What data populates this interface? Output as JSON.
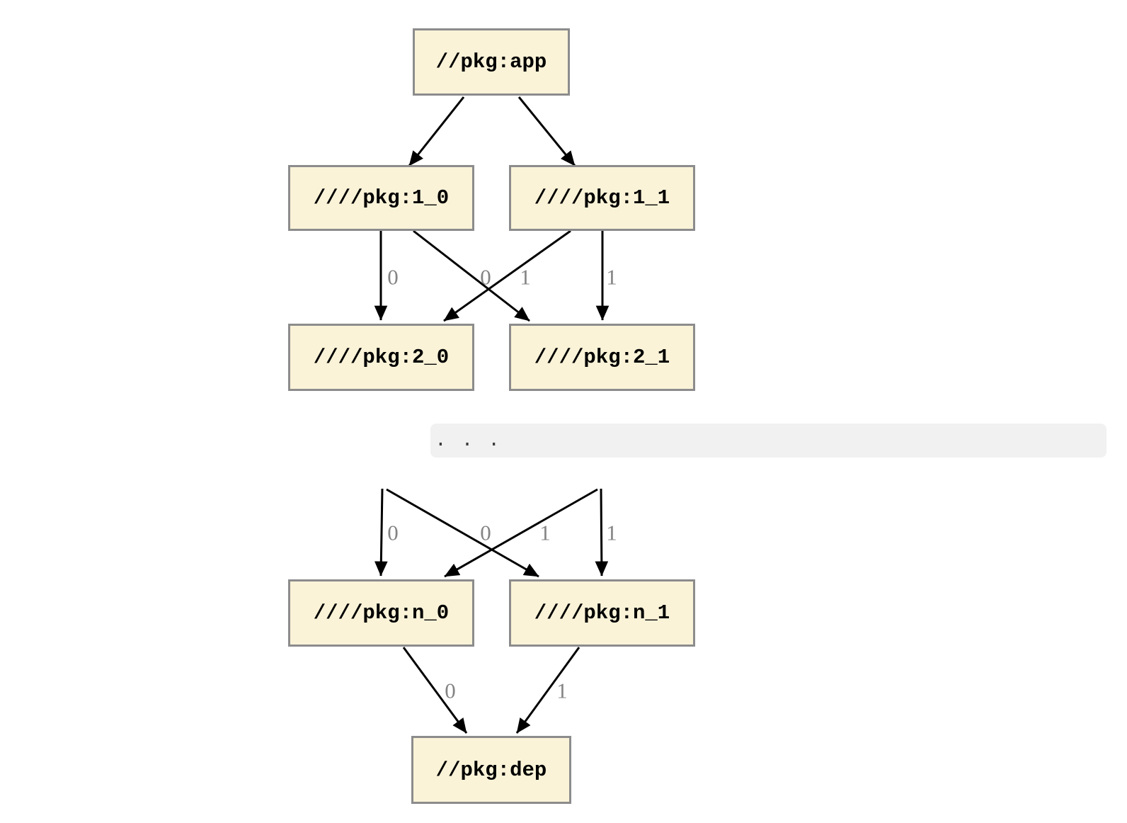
{
  "diagram": {
    "colors": {
      "node_fill": "#faf3d8",
      "node_border": "#8c8c8c",
      "edge": "#000000",
      "edge_label": "#848484",
      "ellipsis_bg": "#f1f1f1",
      "ellipsis_text": "#3c3c3c"
    },
    "nodes": {
      "app": {
        "label": "//pkg:app"
      },
      "l1_0": {
        "label": "////pkg:1_0"
      },
      "l1_1": {
        "label": "////pkg:1_1"
      },
      "l2_0": {
        "label": "////pkg:2_0"
      },
      "l2_1": {
        "label": "////pkg:2_1"
      },
      "ln_0": {
        "label": "////pkg:n_0"
      },
      "ln_1": {
        "label": "////pkg:n_1"
      },
      "dep": {
        "label": "//pkg:dep"
      }
    },
    "ellipsis": ". . .",
    "edge_labels": {
      "upper": [
        "0",
        "0",
        "1",
        "1"
      ],
      "middle": [
        "0",
        "0",
        "1",
        "1"
      ],
      "bottom": [
        "0",
        "1"
      ]
    }
  }
}
